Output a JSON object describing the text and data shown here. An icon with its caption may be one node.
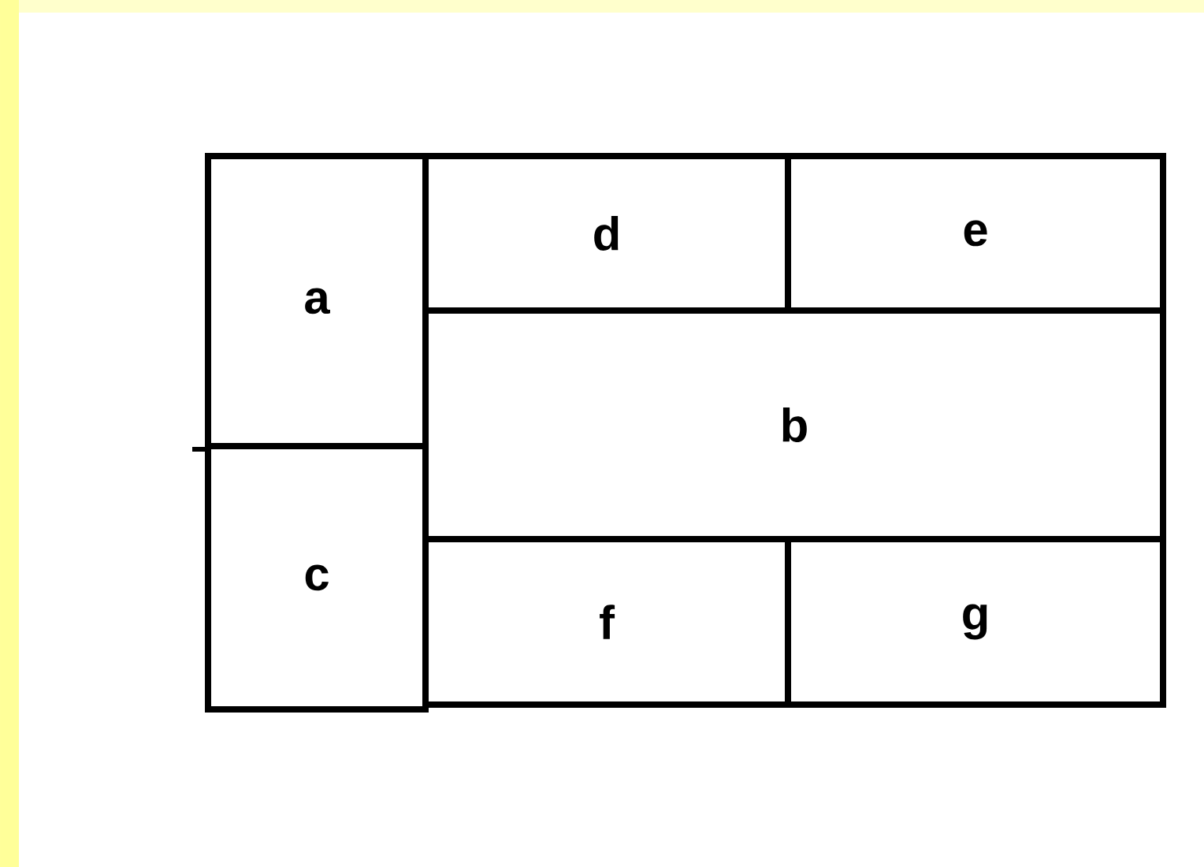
{
  "diagram": {
    "nodes": [
      {
        "text": [
          "a"
        ]
      },
      {
        "text": [
          "d"
        ]
      },
      {
        "text": [
          "e"
        ]
      },
      {
        "text": [
          "b"
        ]
      },
      {
        "text": [
          "c"
        ]
      },
      {
        "text": [
          "f"
        ]
      },
      {
        "text": [
          "g"
        ]
      }
    ]
  }
}
